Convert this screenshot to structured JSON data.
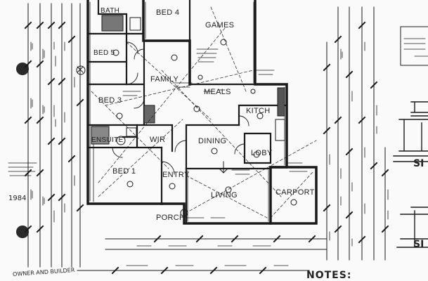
{
  "rooms": {
    "bath": "BATH",
    "bed4": "BED 4",
    "games": "GAMES",
    "beds": "BED 5",
    "family": "FAMILY",
    "bed3": "BED 3",
    "meals": "MEALS",
    "kitch": "KITCH",
    "ensuite": "ENSUITE",
    "wir": "WIR",
    "dining": "DINING",
    "lobby": "LOBY",
    "bed1": "BED 1",
    "entry": "ENTRY",
    "living": "LIVING",
    "carport": "CARPORT",
    "porch": "PORCH"
  },
  "annotations": {
    "notes": "NOTES:",
    "owner_builder": "OWNER AND BUILDER",
    "margin_number": "1984",
    "section_label_1": "SI",
    "section_label_2": "SI"
  }
}
